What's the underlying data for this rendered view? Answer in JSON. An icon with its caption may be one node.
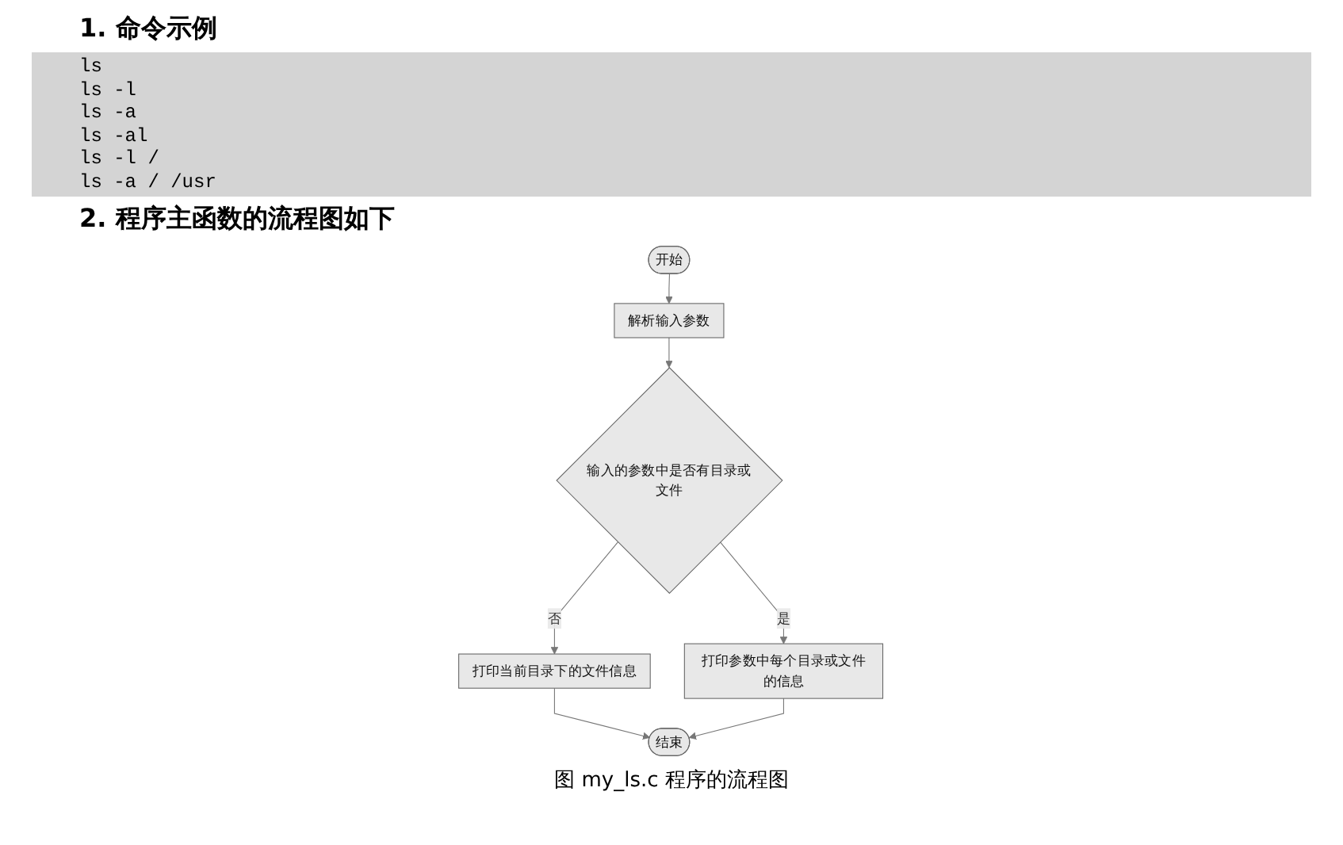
{
  "diagram": {
    "caption": "图 my_ls.c 程序的流程图",
    "nodes": [
      {
        "text": [
          "开始"
        ]
      },
      {
        "text": [
          "解析输入参数"
        ]
      },
      {
        "text": [
          "输入的参数中是否有目录或文件"
        ]
      },
      {
        "text": [
          "打印当前目录下的文件信息"
        ]
      },
      {
        "text": [
          "打印参数中每个目录或文件的信息"
        ]
      },
      {
        "text": [
          "结束"
        ]
      }
    ],
    "edges": [
      {
        "from": 0,
        "to": 1,
        "arrow": "to"
      },
      {
        "from": 1,
        "to": 2,
        "arrow": "to"
      },
      {
        "from": 2,
        "to": 3,
        "arrow": "to",
        "label": "否"
      },
      {
        "from": 2,
        "to": 4,
        "arrow": "to",
        "label": "是"
      },
      {
        "from": 3,
        "to": 5,
        "arrow": "to"
      },
      {
        "from": 4,
        "to": 5,
        "arrow": "to"
      }
    ],
    "labels": [
      "1. 命令示例",
      "ls",
      "ls -l",
      "ls -a",
      "ls -al",
      "ls -l /",
      "ls -a / /usr",
      "2. 程序主函数的流程图如下"
    ]
  }
}
